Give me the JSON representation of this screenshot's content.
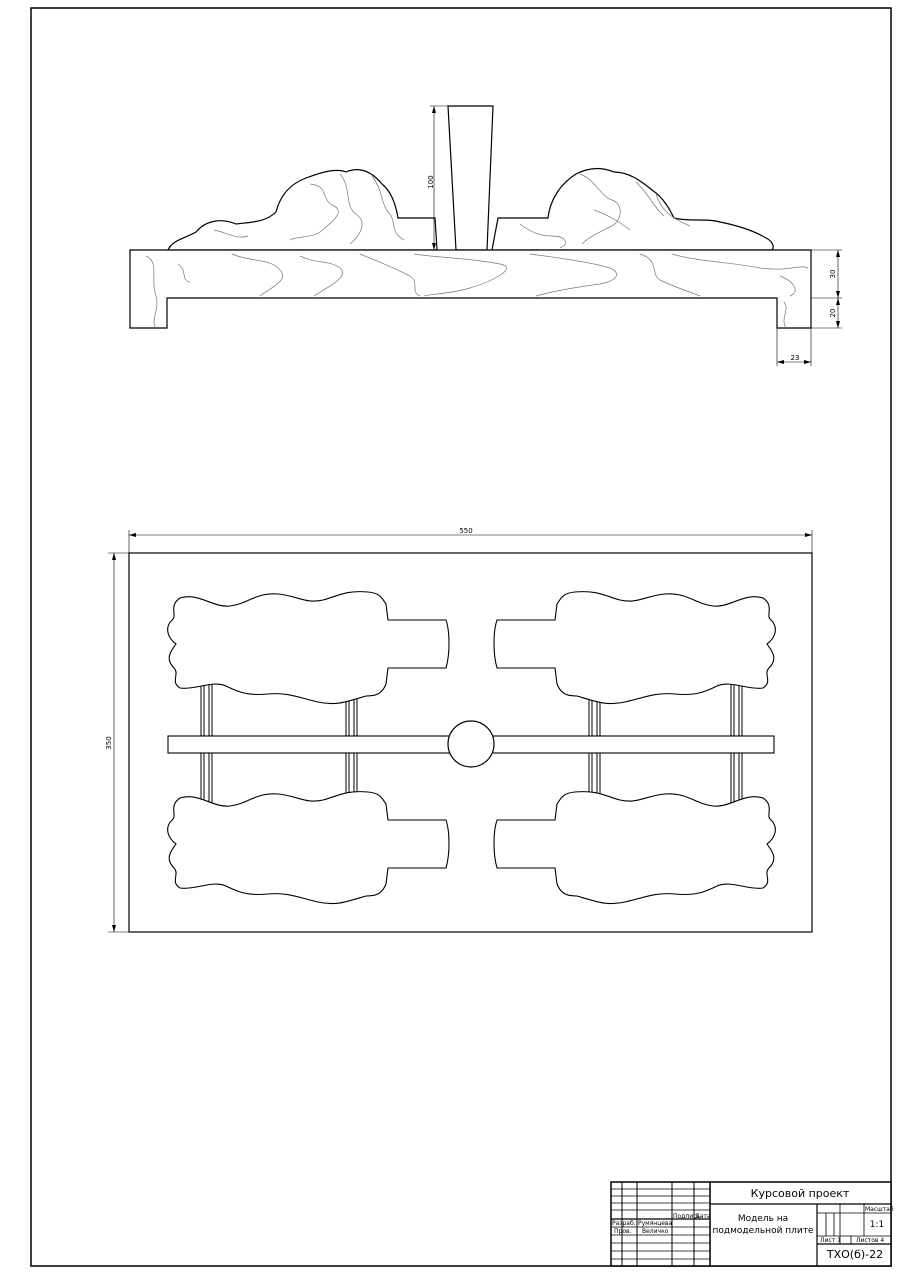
{
  "dimensions": {
    "stem_height": "100",
    "plate_thickness": "30",
    "flange_height": "20",
    "flange_width": "23",
    "plate_length": "550",
    "plate_width": "350"
  },
  "title_block": {
    "project_title": "Курсовой проект",
    "drawing_name_line1": "Модель на",
    "drawing_name_line2": "подмодельной плите",
    "col_signature": "Подпись",
    "col_date": "Дата",
    "role_developer": "Разраб.",
    "name_developer": "Румянцева",
    "role_checker": "Пров.",
    "name_checker": "Величко",
    "scale_label": "Масштаб",
    "scale_value": "1:1",
    "sheet_label": "Лист 1",
    "sheets_label": "Листов 4",
    "document_code": "ТХО(б)-22"
  }
}
